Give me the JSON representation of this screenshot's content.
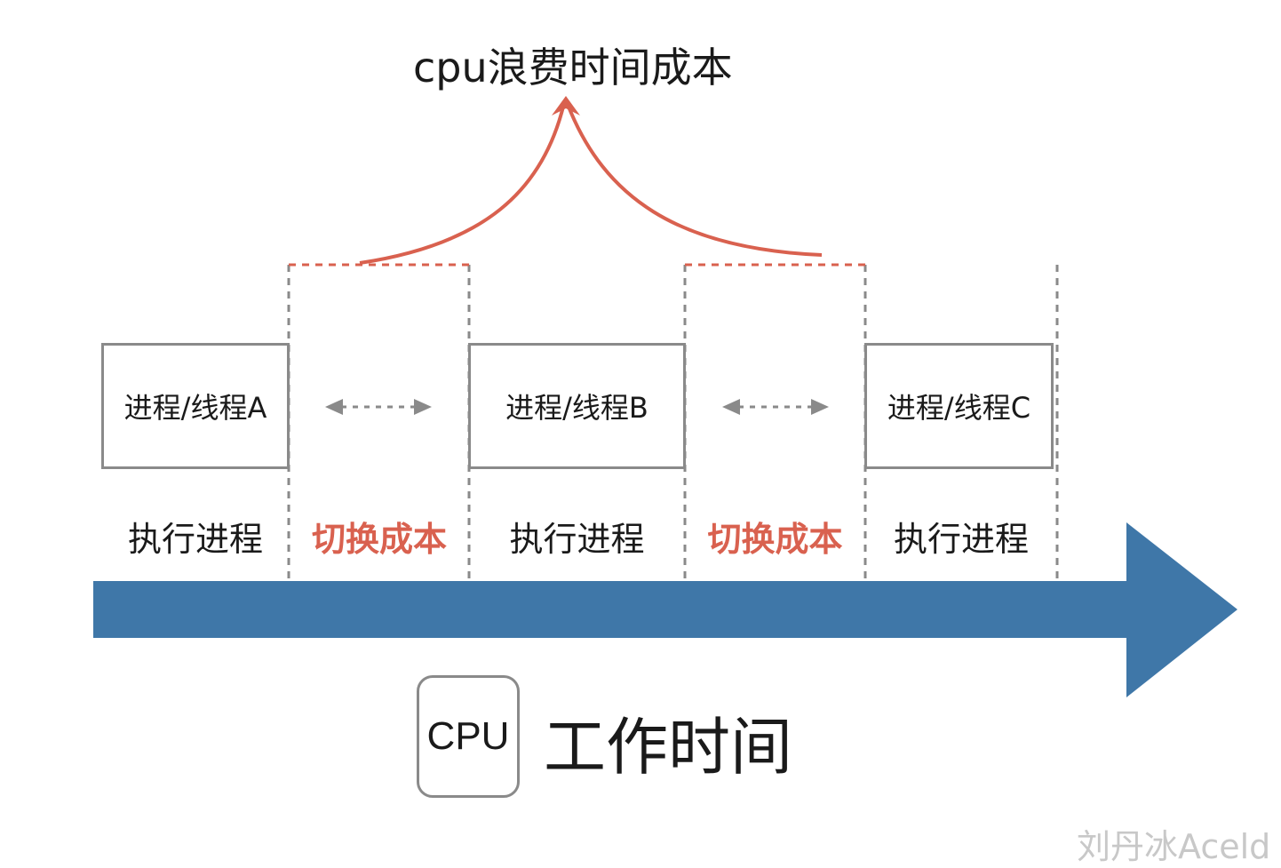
{
  "title": "cpu浪费时间成本",
  "processes": [
    {
      "label": "进程/线程A"
    },
    {
      "label": "进程/线程B"
    },
    {
      "label": "进程/线程C"
    }
  ],
  "phases": [
    {
      "label": "执行进程",
      "kind": "execute"
    },
    {
      "label": "切换成本",
      "kind": "switch"
    },
    {
      "label": "执行进程",
      "kind": "execute"
    },
    {
      "label": "切换成本",
      "kind": "switch"
    },
    {
      "label": "执行进程",
      "kind": "execute"
    }
  ],
  "axis": {
    "cpu_label": "CPU",
    "label": "工作时间"
  },
  "watermark": "刘丹冰Aceld",
  "colors": {
    "arrow": "#3f77a8",
    "cost": "#d9614f",
    "border": "#8a8a8a",
    "dash": "#8a8a8a"
  }
}
